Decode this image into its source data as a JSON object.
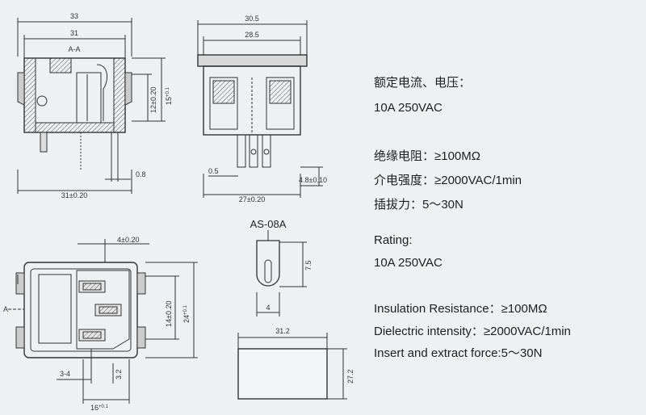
{
  "top_left": {
    "dim_overall_width": "33",
    "dim_inner_width": "31",
    "section_label": "A-A",
    "dim_height_15": "15",
    "dim_height_15_tol": "+0.1",
    "dim_height_12": "12±0.20",
    "dim_pin": "0.8",
    "dim_base": "31±0.20"
  },
  "top_middle": {
    "dim_overall_width": "30.5",
    "dim_inner_width": "28.5",
    "dim_gap": "0.5",
    "dim_pin_height": "4.8±0.10",
    "dim_base": "27±0.20"
  },
  "bottom_left": {
    "dim_top": "4±0.20",
    "left_marker_a": "A",
    "dim_height_24": "24",
    "dim_height_24_tol": "+0.1",
    "dim_height_14": "14±0.20",
    "dim_left": "3-4",
    "dim_pitch": "3.2",
    "dim_bottom": "16",
    "dim_bottom_tol": "+0.1"
  },
  "terminal": {
    "title": "AS-08A",
    "dim_height": "7.5",
    "dim_width": "4"
  },
  "cutout": {
    "dim_width": "31.2",
    "dim_height": "27.2"
  },
  "specs_cn": {
    "rated_label": "额定电流、电压：",
    "rated_value": "10A 250VAC",
    "insulation": "绝缘电阻：≥100MΩ",
    "dielectric": "介电强度：≥2000VAC/1min",
    "force": "插拔力：5～30N"
  },
  "specs_en": {
    "rating_label": "Rating:",
    "rating_value": "10A 250VAC",
    "insulation": "Insulation Resistance：≥100MΩ",
    "dielectric": "Dielectric intensity：≥2000VAC/1min",
    "force": "Insert and extract force:5～30N"
  }
}
